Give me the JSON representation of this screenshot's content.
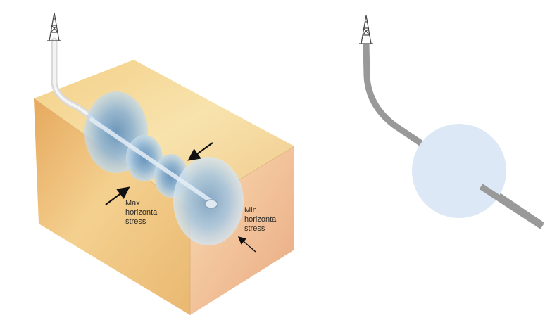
{
  "labels": {
    "max_stress": [
      "Max",
      "horizontal",
      "stress"
    ],
    "min_stress": [
      "Min.",
      "horizontal",
      "stress"
    ]
  },
  "colors": {
    "background": "#ffffff",
    "rock_light": "#f6dc9c",
    "rock_mid": "#eab86a",
    "rock_dark": "#c98a4f",
    "fracture_blue": "#8fb4d3",
    "fracture_circle": "#dce8f5",
    "wellbore": "#999999",
    "arrow": "#111111"
  },
  "icons": [
    "derrick-icon"
  ]
}
